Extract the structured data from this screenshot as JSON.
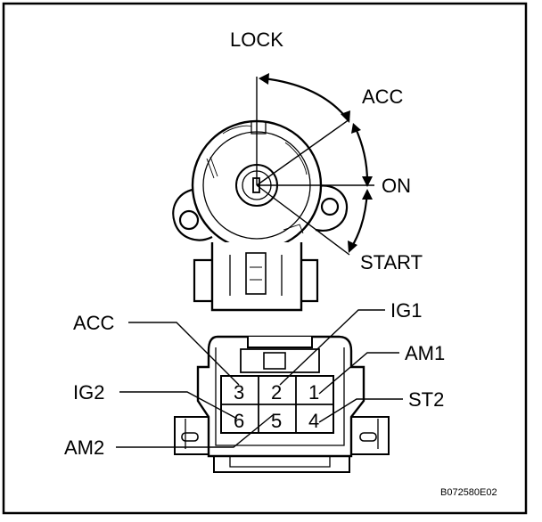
{
  "switch_positions": {
    "lock": "LOCK",
    "acc": "ACC",
    "on": "ON",
    "start": "START"
  },
  "connector": {
    "pins": {
      "p1": "1",
      "p2": "2",
      "p3": "3",
      "p4": "4",
      "p5": "5",
      "p6": "6"
    },
    "terminals": {
      "acc": "ACC",
      "ig1": "IG1",
      "am1": "AM1",
      "ig2": "IG2",
      "st2": "ST2",
      "am2": "AM2"
    }
  },
  "figure_code": "B072580E02"
}
